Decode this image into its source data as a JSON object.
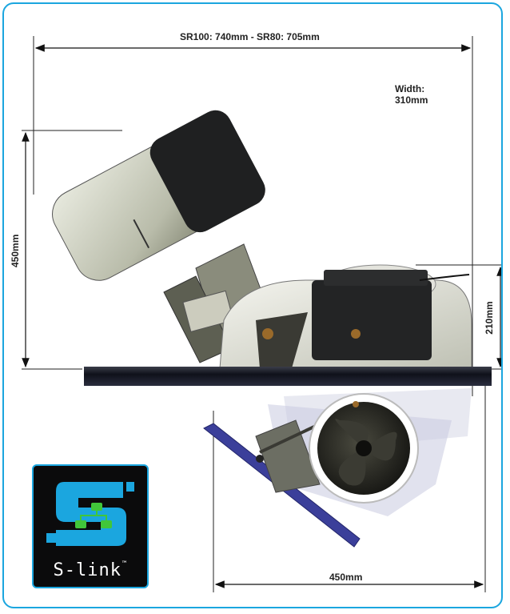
{
  "dimensions": {
    "length": "SR100: 740mm  - SR80: 705mm",
    "width": "Width:\n310mm",
    "height_total": "450mm",
    "height_right": "210mm",
    "bottom_span": "450mm"
  },
  "logo": {
    "text": "S-link",
    "trademark": "™"
  },
  "colors": {
    "frame_border": "#1ba6df",
    "logo_accent": "#1ba6df",
    "logo_nodes": "#41c63a",
    "base_plate": "#1c1f2e",
    "tube_tint": "#cfd2c4",
    "plate_blue": "#3b3f9a"
  }
}
